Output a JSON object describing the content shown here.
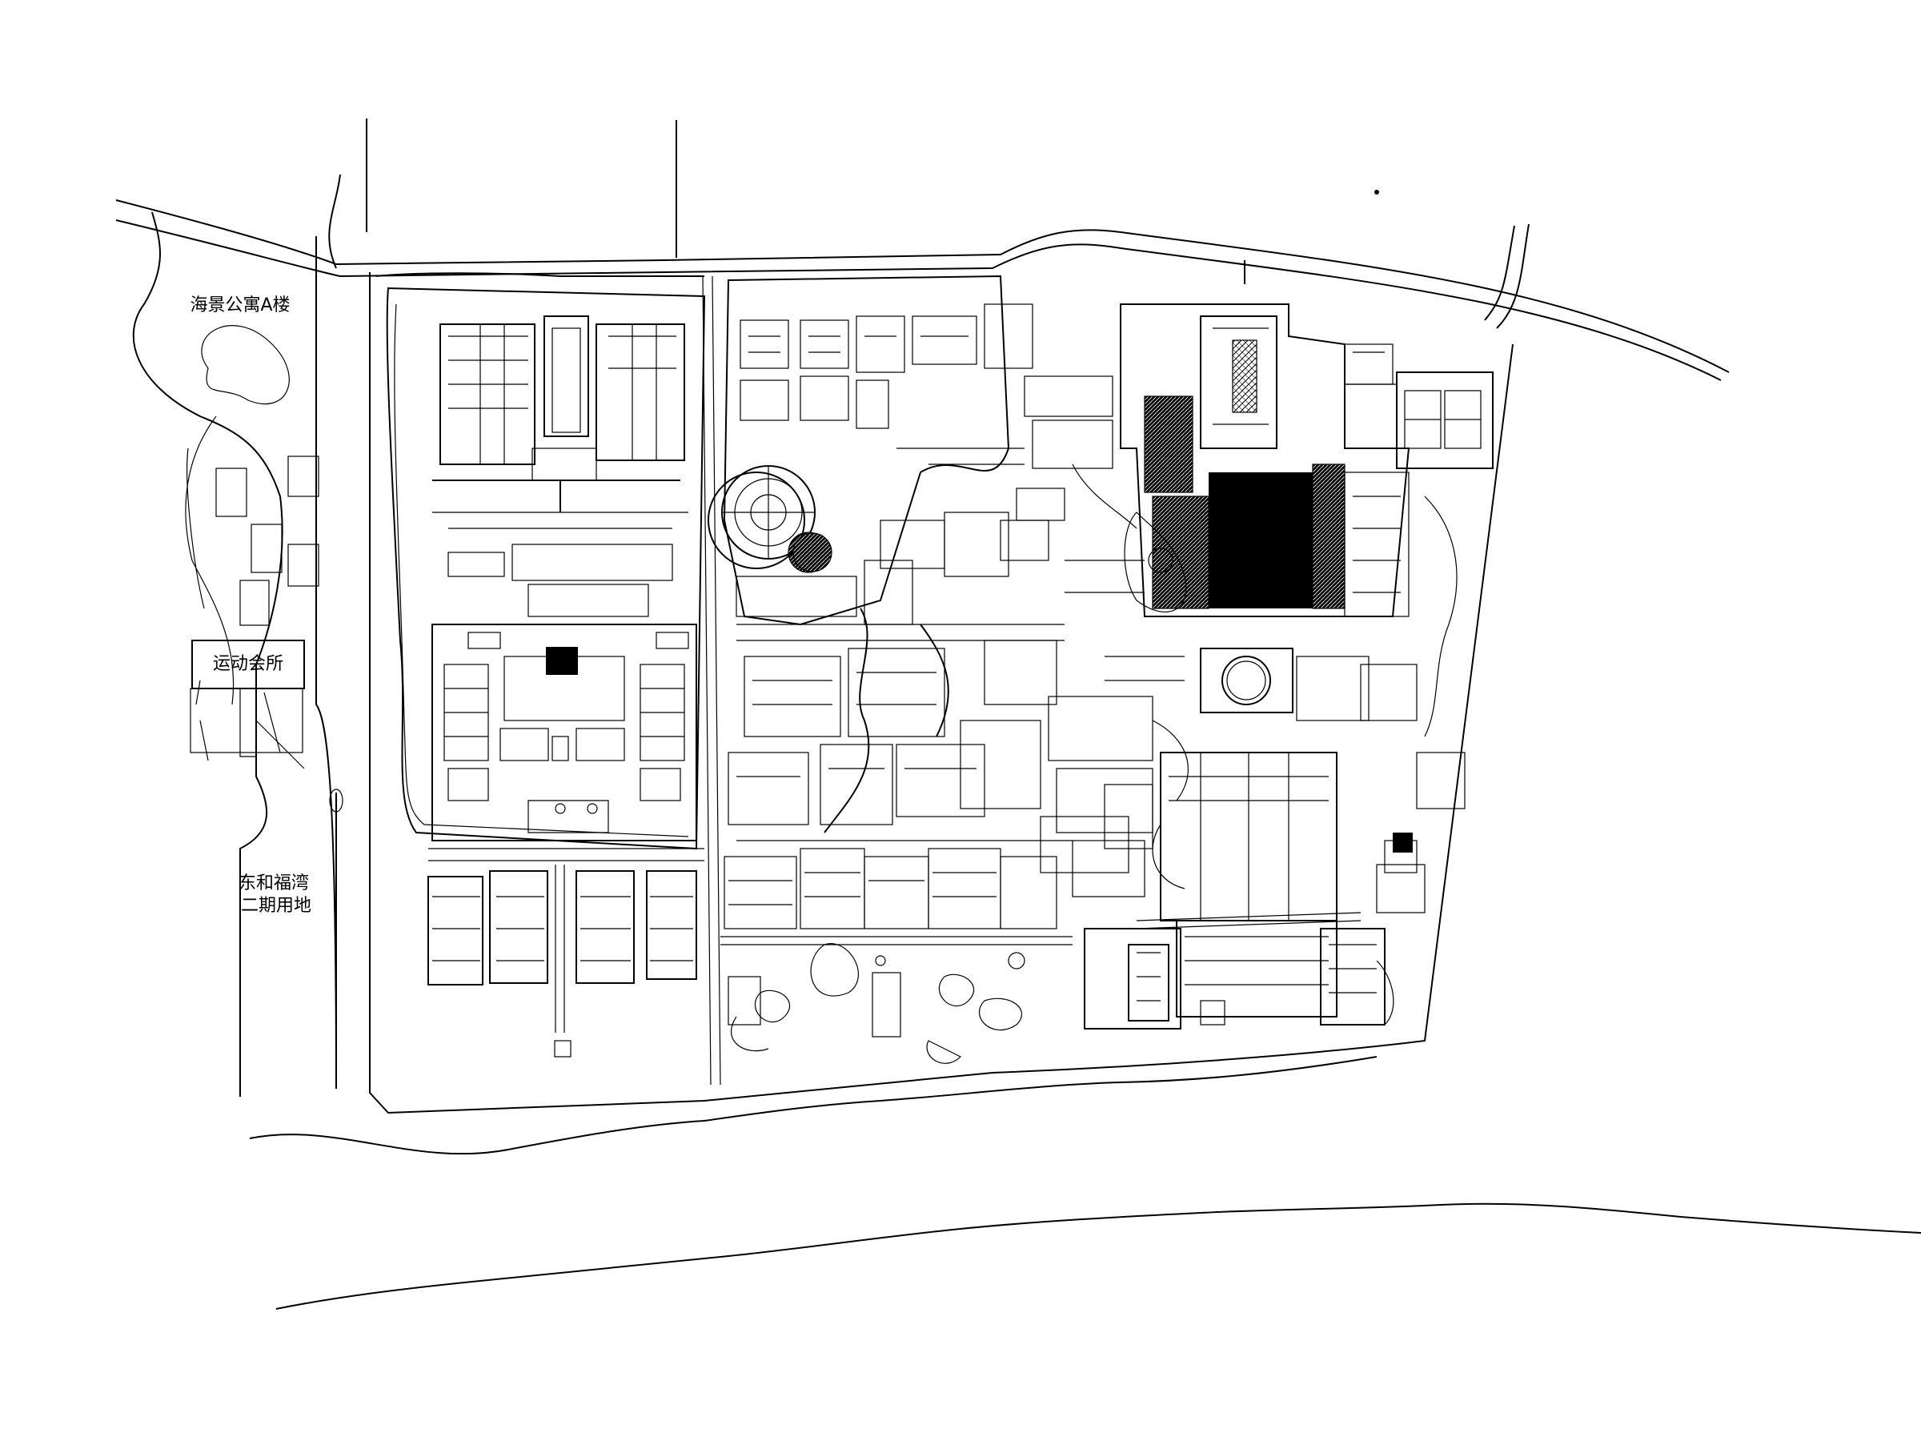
{
  "labels": {
    "apartment_a": "海景公寓A楼",
    "sports_club": "运动会所",
    "phase2_line1": "东和福湾",
    "phase2_line2": "二期用地"
  },
  "colors": {
    "ink": "#000000",
    "paper": "#ffffff"
  }
}
